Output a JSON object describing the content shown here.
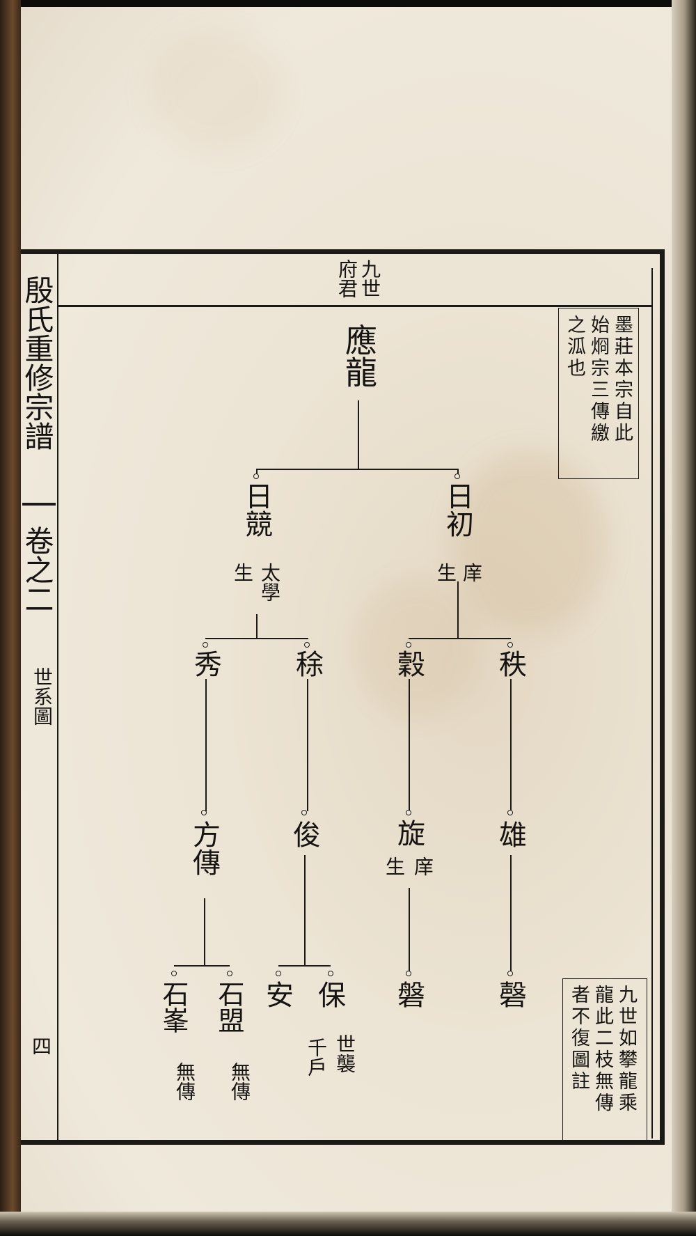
{
  "margin": {
    "title": "殷氏重修宗譜",
    "volume": "卷之二",
    "section": "世系圖",
    "page_no": "四"
  },
  "header": {
    "gen": "九世",
    "honorific": "府君"
  },
  "root": {
    "name": "應龍"
  },
  "gen10": [
    {
      "name": "日初",
      "note_a": "庠",
      "note_b": "生"
    },
    {
      "name": "日競",
      "note_a": "太學",
      "note_b": "生"
    }
  ],
  "gen11": [
    {
      "name": "秩"
    },
    {
      "name": "穀"
    },
    {
      "name": "稌"
    },
    {
      "name": "秀"
    }
  ],
  "gen12": [
    {
      "name": "雄"
    },
    {
      "name": "旋",
      "note_a": "庠",
      "note_b": "生"
    },
    {
      "name": "俊"
    },
    {
      "name": "方傳"
    }
  ],
  "gen13": [
    {
      "name": "磬"
    },
    {
      "name": "磐"
    },
    {
      "name": "保",
      "note_a": "世襲",
      "note_b": "千戶"
    },
    {
      "name": "安"
    },
    {
      "name": "石盟",
      "note_a": "無傳"
    },
    {
      "name": "石峯",
      "note_a": "無傳"
    }
  ],
  "notes": {
    "top": [
      "墨莊本宗自此",
      "始烱宗三傳繳",
      "之泒也"
    ],
    "bottom": [
      "九世如攀龍乘",
      "龍此二枝無傳",
      "者不復圖註"
    ]
  }
}
